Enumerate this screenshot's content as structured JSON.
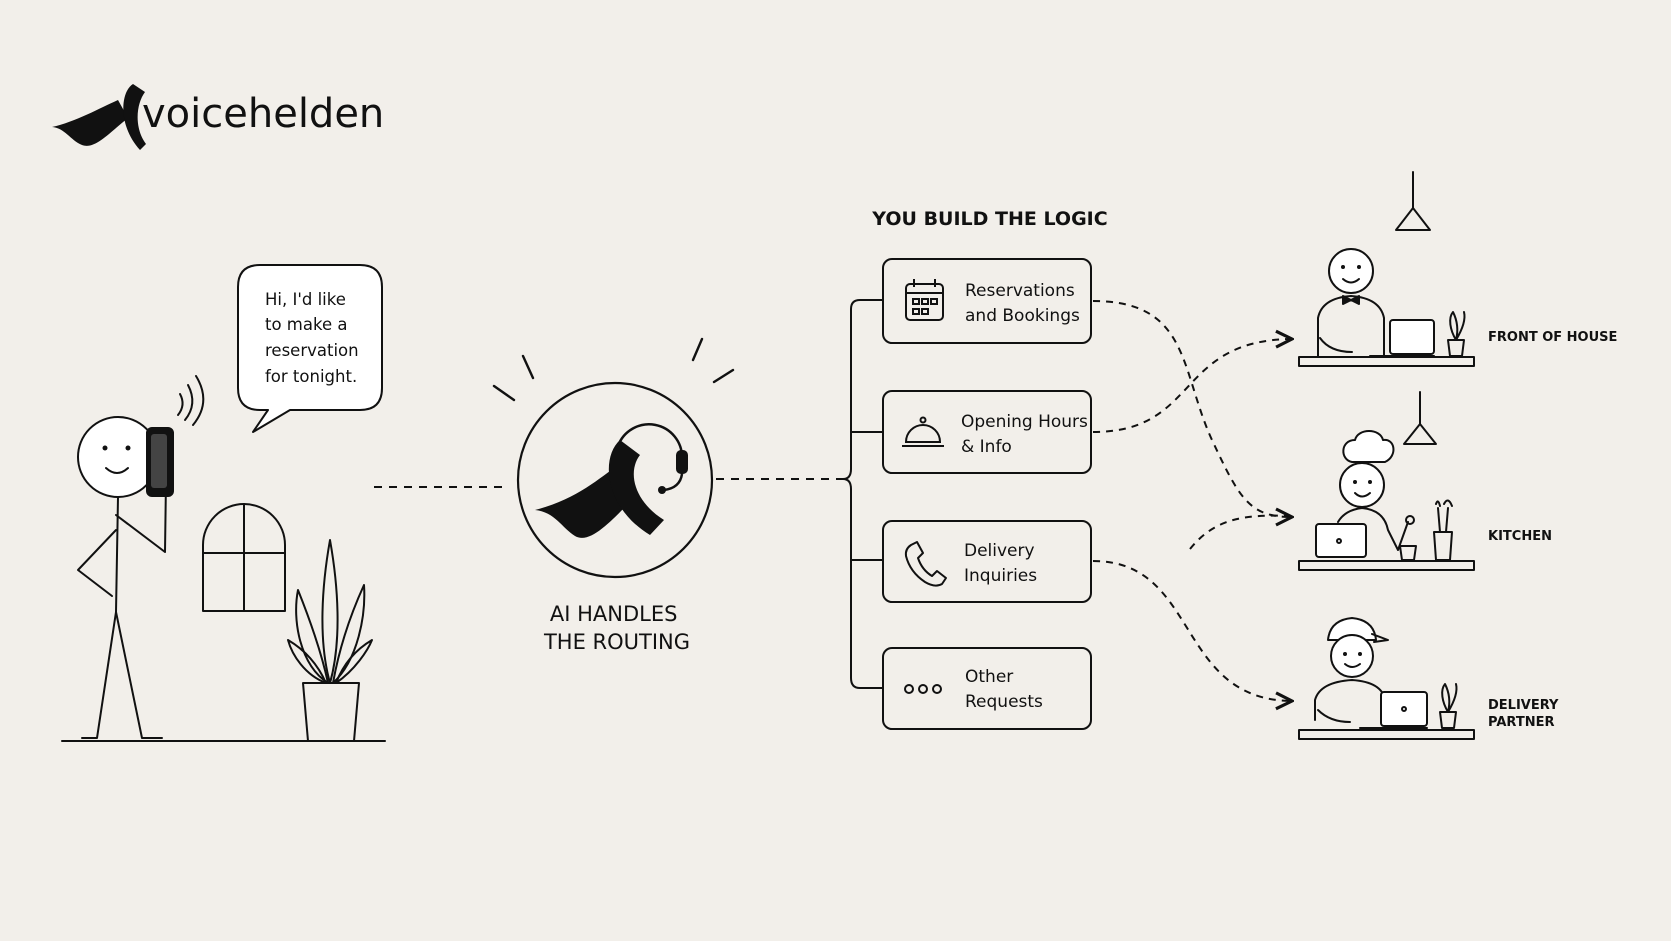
{
  "brand": {
    "name": "voicehelden"
  },
  "caller": {
    "speech_lines": [
      "Hi, I'd like",
      "to make a",
      "reservation",
      "for tonight."
    ]
  },
  "hub": {
    "label_lines": [
      "AI HANDLES",
      "THE ROUTING"
    ]
  },
  "logic": {
    "title": "YOU BUILD THE LOGIC",
    "options": [
      {
        "icon": "calendar-icon",
        "lines": [
          "Reservations",
          "and Bookings"
        ]
      },
      {
        "icon": "cloche-icon",
        "lines": [
          "Opening Hours",
          "& Info"
        ]
      },
      {
        "icon": "phone-icon",
        "lines": [
          "Delivery",
          "Inquiries"
        ]
      },
      {
        "icon": "dots-icon",
        "lines": [
          "Other",
          "Requests"
        ]
      }
    ]
  },
  "destinations": [
    {
      "lines": [
        "FRONT OF HOUSE"
      ]
    },
    {
      "lines": [
        "KITCHEN"
      ]
    },
    {
      "lines": [
        "DELIVERY",
        "PARTNER"
      ]
    }
  ]
}
